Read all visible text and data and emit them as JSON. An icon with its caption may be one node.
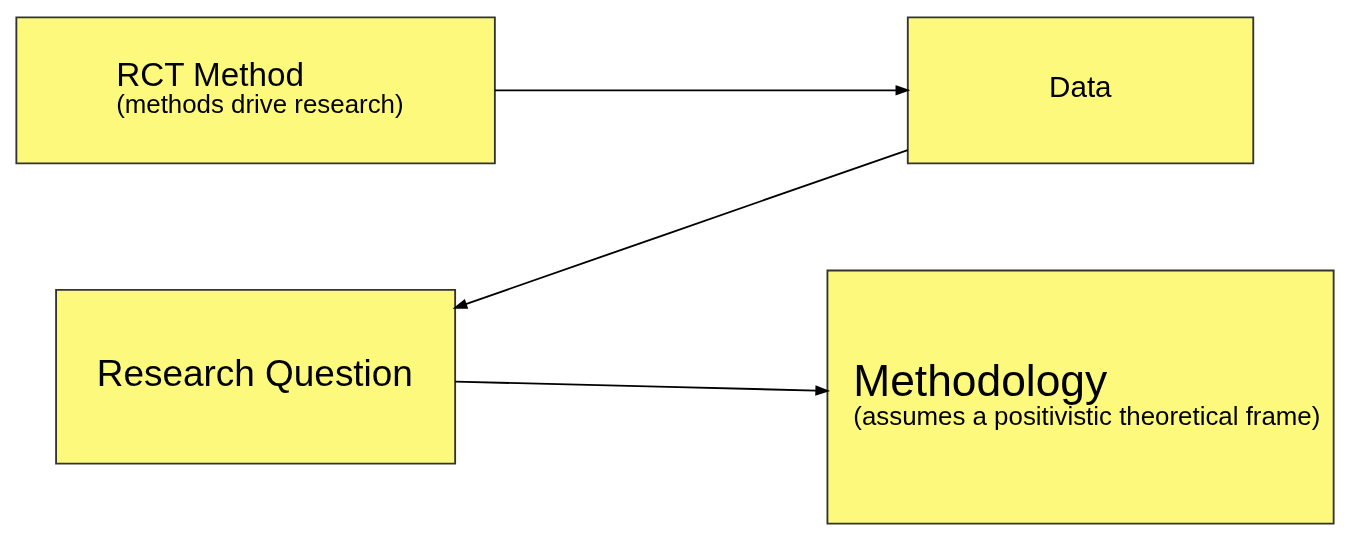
{
  "diagram": {
    "nodes": [
      {
        "text": [
          "RCT Method",
          "(methods drive research)"
        ]
      },
      {
        "text": [
          "Data"
        ]
      },
      {
        "text": [
          "Research Question"
        ]
      },
      {
        "text": [
          "Methodology",
          "(assumes a positivistic theoretical frame)"
        ]
      }
    ],
    "edges": [
      {
        "from": 0,
        "to": 1,
        "arrow": "to"
      },
      {
        "from": 1,
        "to": 2,
        "arrow": "to"
      },
      {
        "from": 2,
        "to": 3,
        "arrow": "to"
      }
    ]
  }
}
